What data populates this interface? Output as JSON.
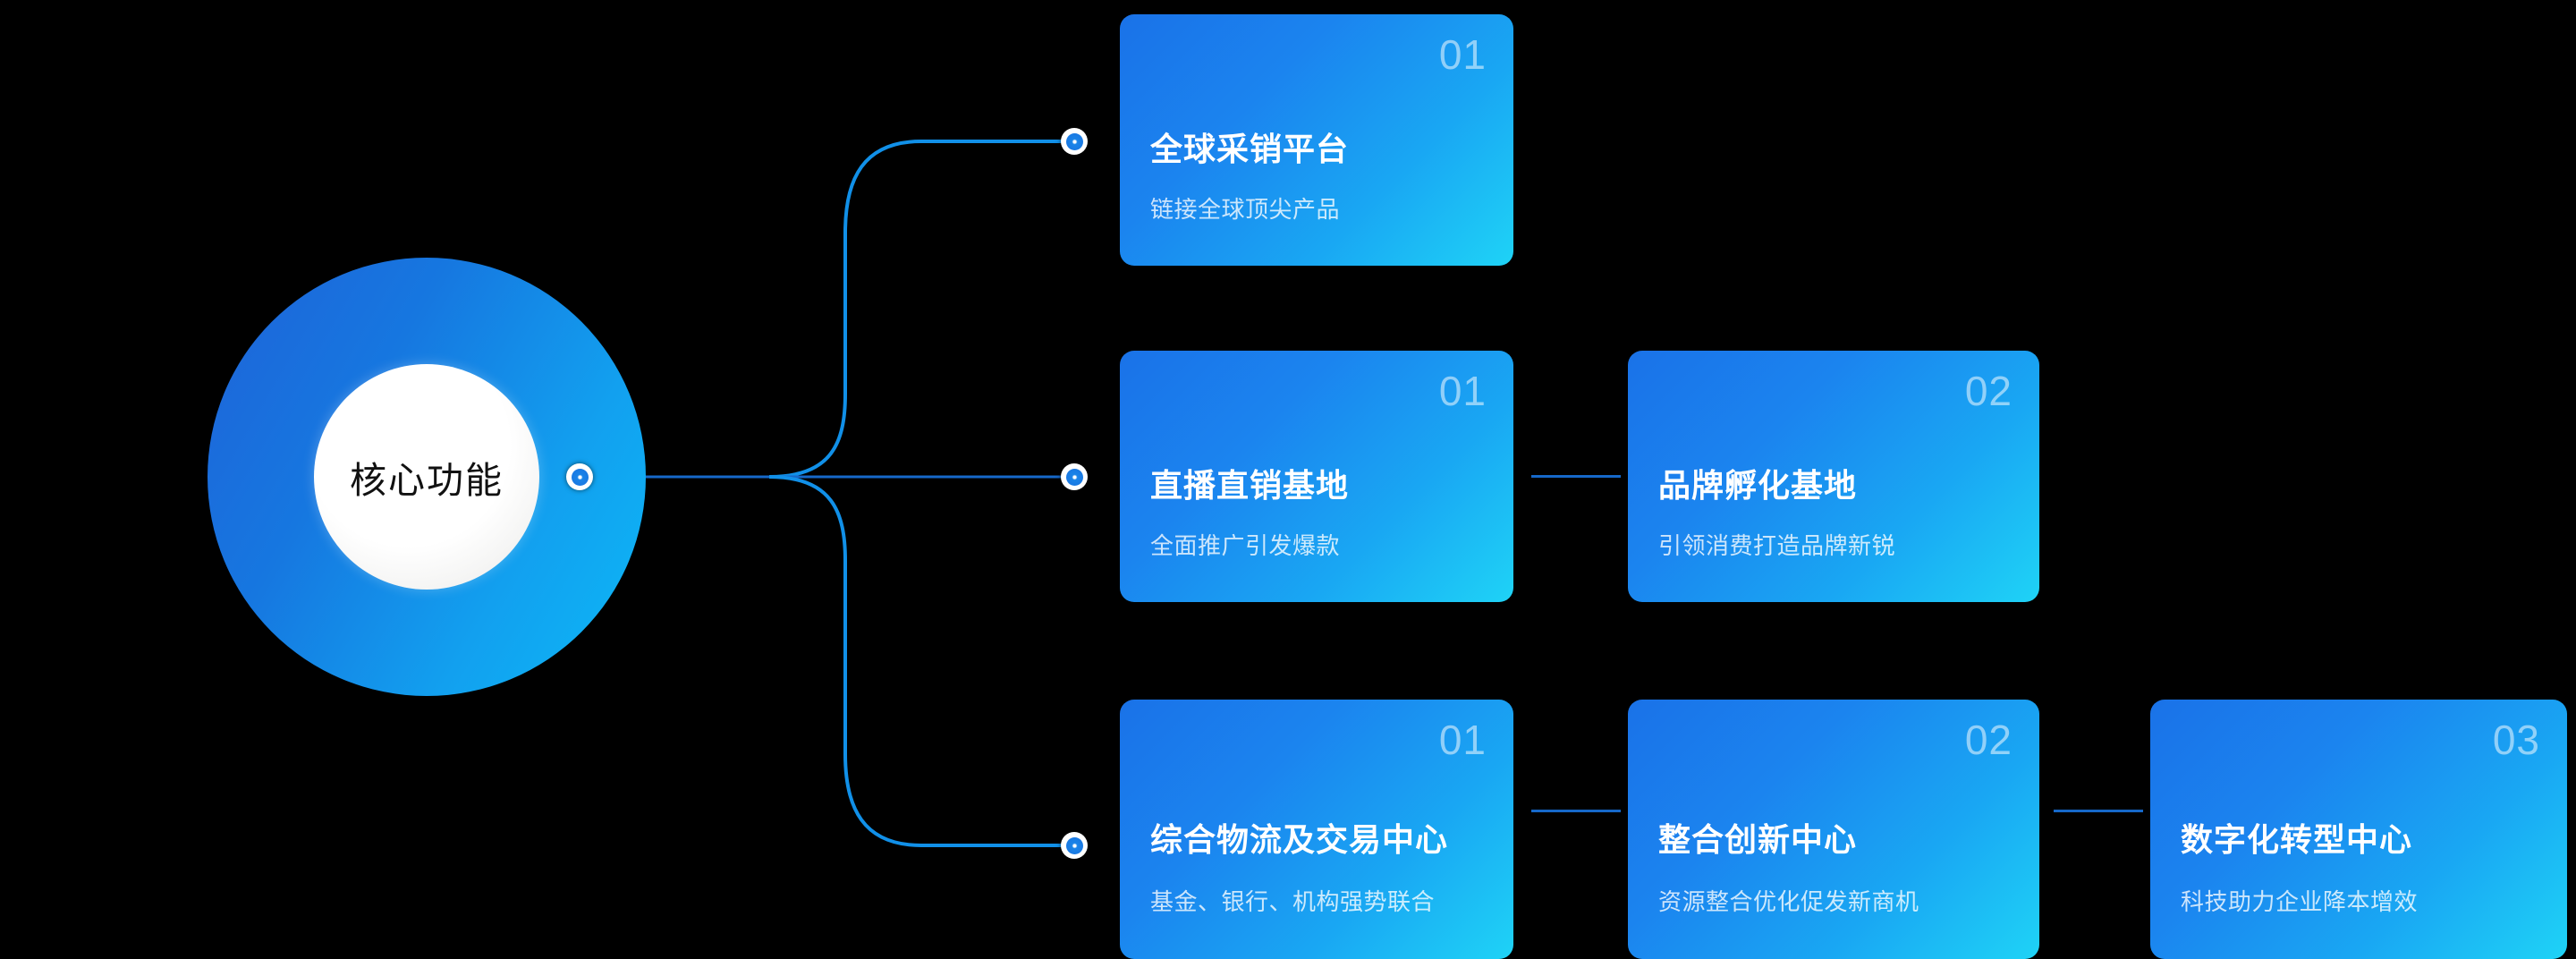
{
  "hub": {
    "label": "核心功能"
  },
  "colors": {
    "background": "#000000",
    "card_gradient_start": "#1a72e8",
    "card_gradient_end": "#1fd3f6",
    "hub_gradient_start": "#1f63d8",
    "hub_gradient_end": "#0cb9f7",
    "wire": "#1190e8",
    "sibling_link": "#1668c9",
    "node_dot_ring": "#ffffff",
    "card_number": "rgba(255,255,255,0.52)",
    "card_subtitle": "rgba(255,255,255,0.78)"
  },
  "branches": [
    {
      "id": "branch-1",
      "cards": [
        {
          "number": "01",
          "title": "全球采销平台",
          "subtitle": "链接全球顶尖产品"
        }
      ]
    },
    {
      "id": "branch-2",
      "cards": [
        {
          "number": "01",
          "title": "直播直销基地",
          "subtitle": "全面推广引发爆款"
        },
        {
          "number": "02",
          "title": "品牌孵化基地",
          "subtitle": "引领消费打造品牌新锐"
        }
      ]
    },
    {
      "id": "branch-3",
      "cards": [
        {
          "number": "01",
          "title": "综合物流及交易中心",
          "subtitle": "基金、银行、机构强势联合"
        },
        {
          "number": "02",
          "title": "整合创新中心",
          "subtitle": "资源整合优化促发新商机"
        },
        {
          "number": "03",
          "title": "数字化转型中心",
          "subtitle": "科技助力企业降本增效"
        }
      ]
    }
  ]
}
